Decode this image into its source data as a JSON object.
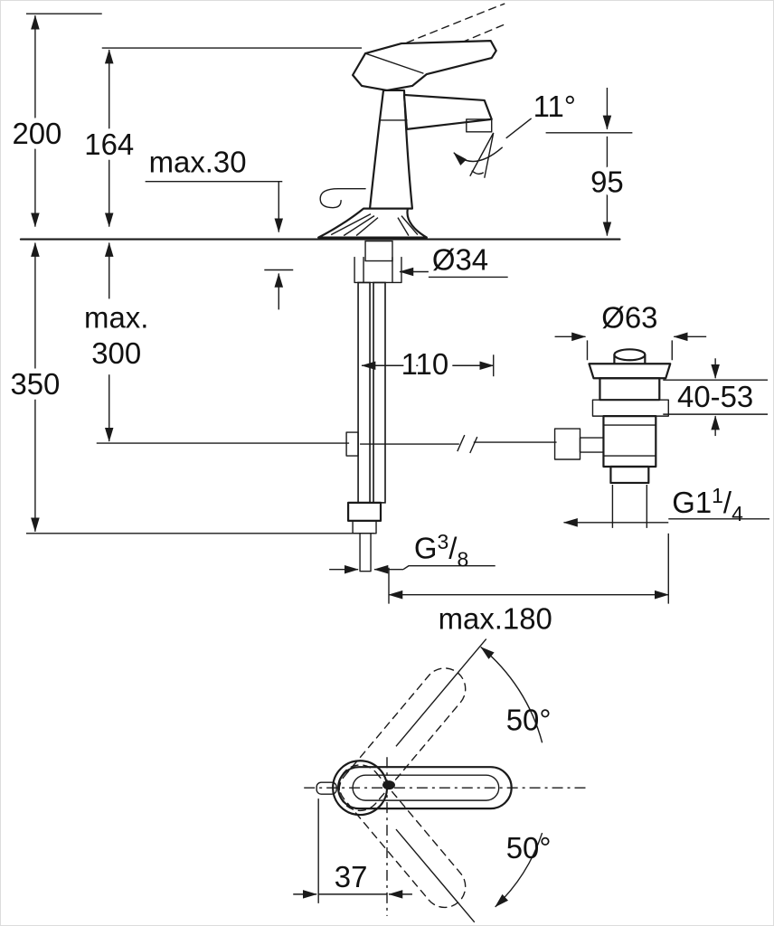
{
  "labels": {
    "dim_200": "200",
    "dim_164": "164",
    "dim_max30": "max.30",
    "dim_angle11": "11°",
    "dim_95": "95",
    "dim_dia34": "Ø34",
    "dim_max300_line1": "max.",
    "dim_max300_line2": "300",
    "dim_350": "350",
    "dim_110": "110",
    "dim_dia63": "Ø63",
    "dim_40_53": "40-53",
    "dim_g114_base": "G1",
    "dim_g114_num": "1",
    "dim_g114_den": "4",
    "dim_g38_base": "G",
    "dim_g38_num": "3",
    "dim_g38_den": "8",
    "frac_slash": "/",
    "dim_max180": "max.180",
    "dim_angle50_upper": "50°",
    "dim_angle50_lower": "50°",
    "dim_37": "37"
  }
}
